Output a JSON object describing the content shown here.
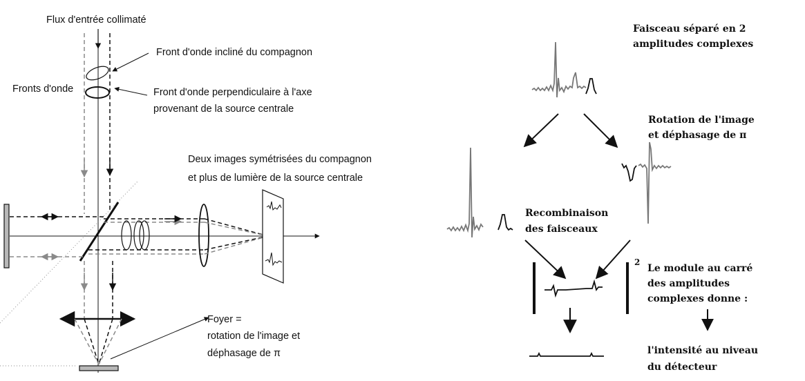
{
  "left_diagram": {
    "labels": {
      "input_flux": "Flux d'entrée collimaté",
      "tilted_front": "Front d'onde incliné du compagnon",
      "wavefronts": "Fronts d'onde",
      "perp_front_1": "Front d'onde perpendiculaire à l'axe",
      "perp_front_2": "provenant de la source centrale",
      "two_images_1": "Deux images symétrisées du compagnon",
      "two_images_2": "et plus de lumière de la source centrale",
      "focus_1": "Foyer =",
      "focus_2": "rotation de l'image et",
      "focus_3": "déphasage de π"
    }
  },
  "right_diagram": {
    "labels": {
      "split_1": "Faisceau séparé en 2",
      "split_2": "amplitudes complexes",
      "rotation_1": "Rotation de l'image",
      "rotation_2": "et déphasage de π",
      "recomb_1": "Recombinaison",
      "recomb_2": "des faisceaux",
      "exponent": "2",
      "modulus_1": "Le module au carré",
      "modulus_2": "des amplitudes",
      "modulus_3": "complexes donne :",
      "intensity_1": "l'intensité au niveau",
      "intensity_2": "du détecteur"
    }
  },
  "colors": {
    "ink": "#111111",
    "grey_ray": "#8a8a8a",
    "signal_grey": "#777777"
  }
}
